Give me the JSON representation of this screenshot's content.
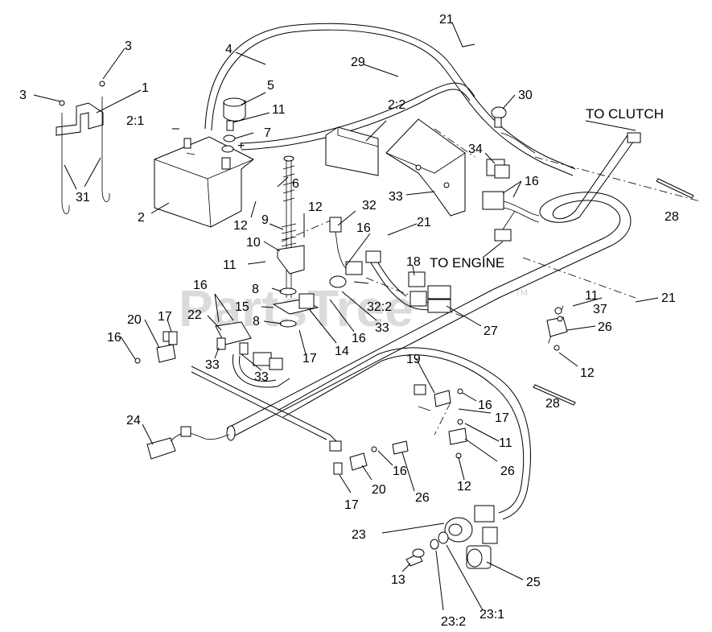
{
  "watermark": "PartsTree",
  "watermark_tm": "TM",
  "callouts": {
    "to_clutch": "TO CLUTCH",
    "to_engine": "TO ENGINE"
  },
  "labels": [
    {
      "id": "l21a",
      "text": "21"
    },
    {
      "id": "l3a",
      "text": "3"
    },
    {
      "id": "l3b",
      "text": "3"
    },
    {
      "id": "l1",
      "text": "1"
    },
    {
      "id": "l4",
      "text": "4"
    },
    {
      "id": "l29",
      "text": "29"
    },
    {
      "id": "l5",
      "text": "5"
    },
    {
      "id": "l30",
      "text": "30"
    },
    {
      "id": "l11a",
      "text": "11"
    },
    {
      "id": "l2_1",
      "text": "2:1"
    },
    {
      "id": "l2_2",
      "text": "2:2"
    },
    {
      "id": "l7",
      "text": "7"
    },
    {
      "id": "l34",
      "text": "34"
    },
    {
      "id": "l16a",
      "text": "16"
    },
    {
      "id": "l6",
      "text": "6"
    },
    {
      "id": "l33a",
      "text": "33"
    },
    {
      "id": "l31",
      "text": "31"
    },
    {
      "id": "l2",
      "text": "2"
    },
    {
      "id": "l12a",
      "text": "12"
    },
    {
      "id": "l9",
      "text": "9"
    },
    {
      "id": "l12b",
      "text": "12"
    },
    {
      "id": "l32",
      "text": "32"
    },
    {
      "id": "l21b",
      "text": "21"
    },
    {
      "id": "l28a",
      "text": "28"
    },
    {
      "id": "l10",
      "text": "10"
    },
    {
      "id": "l16b",
      "text": "16"
    },
    {
      "id": "l11b",
      "text": "11"
    },
    {
      "id": "l18",
      "text": "18"
    },
    {
      "id": "l16c",
      "text": "16"
    },
    {
      "id": "l8a",
      "text": "8"
    },
    {
      "id": "l15",
      "text": "15"
    },
    {
      "id": "l32_2",
      "text": "32:2"
    },
    {
      "id": "l11c",
      "text": "11"
    },
    {
      "id": "l21c",
      "text": "21"
    },
    {
      "id": "l37",
      "text": "37"
    },
    {
      "id": "l22",
      "text": "22"
    },
    {
      "id": "l20a",
      "text": "20"
    },
    {
      "id": "l17a",
      "text": "17"
    },
    {
      "id": "l8b",
      "text": "8"
    },
    {
      "id": "l33b",
      "text": "33"
    },
    {
      "id": "l26a",
      "text": "26"
    },
    {
      "id": "l27",
      "text": "27"
    },
    {
      "id": "l16d",
      "text": "16"
    },
    {
      "id": "l14",
      "text": "14"
    },
    {
      "id": "l16e",
      "text": "16"
    },
    {
      "id": "l33c",
      "text": "33"
    },
    {
      "id": "l33d",
      "text": "33"
    },
    {
      "id": "l17b",
      "text": "17"
    },
    {
      "id": "l12c",
      "text": "12"
    },
    {
      "id": "l19",
      "text": "19"
    },
    {
      "id": "l16f",
      "text": "16"
    },
    {
      "id": "l28b",
      "text": "28"
    },
    {
      "id": "l17c",
      "text": "17"
    },
    {
      "id": "l24",
      "text": "24"
    },
    {
      "id": "l11d",
      "text": "11"
    },
    {
      "id": "l26b",
      "text": "26"
    },
    {
      "id": "l16g",
      "text": "16"
    },
    {
      "id": "l12d",
      "text": "12"
    },
    {
      "id": "l20b",
      "text": "20"
    },
    {
      "id": "l26c",
      "text": "26"
    },
    {
      "id": "l17d",
      "text": "17"
    },
    {
      "id": "l23",
      "text": "23"
    },
    {
      "id": "l25",
      "text": "25"
    },
    {
      "id": "l13",
      "text": "13"
    },
    {
      "id": "l23_2",
      "text": "23:2"
    },
    {
      "id": "l23_1",
      "text": "23:1"
    }
  ],
  "battery_signs": {
    "minus": "–",
    "plus": "+"
  }
}
